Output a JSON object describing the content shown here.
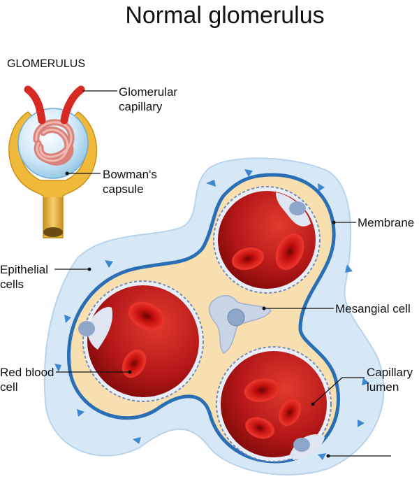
{
  "title": "Normal glomerulus",
  "inset_heading": "GLOMERULUS",
  "labels": {
    "glomerular_capillary": [
      "Glomerular",
      "capillary"
    ],
    "bowmans_capsule": [
      "Bowman's",
      "capsule"
    ],
    "membrane": [
      "Membrane"
    ],
    "epithelial_cells": [
      "Epithelial",
      "cells"
    ],
    "mesangial_cell": [
      "Mesangial cell"
    ],
    "red_blood_cell": [
      "Red blood",
      "cell"
    ],
    "capillary_lumen": [
      "Capillary",
      "lumen"
    ]
  },
  "colors": {
    "membrane": "#2a6fb5",
    "epithelium": "#d6e8f6",
    "matrix": "#f7dfb0",
    "lumen_dark": "#8e0a0a",
    "lumen_light": "#e23a2e",
    "rbc": "#c4110f",
    "capsule": "#f0b93a",
    "mesangial": "#c9d4e6",
    "nucleus": "#8ea6c9"
  }
}
